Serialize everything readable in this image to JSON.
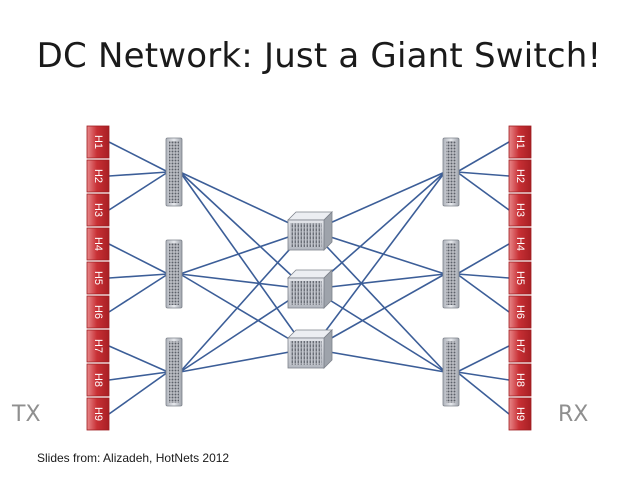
{
  "slide": {
    "title": "DC Network: Just a Giant Switch!",
    "tx_label": "TX",
    "rx_label": "RX",
    "credit": "Slides from: Alizadeh, HotNets 2012"
  },
  "hosts_tx": [
    "H1",
    "H2",
    "H3",
    "H4",
    "H5",
    "H6",
    "H7",
    "H8",
    "H9"
  ],
  "hosts_rx": [
    "H1",
    "H2",
    "H3",
    "H4",
    "H5",
    "H6",
    "H7",
    "H8",
    "H9"
  ],
  "colors": {
    "host_fill": "#c0282d",
    "host_edge": "#9e1c20",
    "link": "#3c5e98",
    "switch_body": "#d9dbe0",
    "core_body": "#c9ccd3"
  }
}
